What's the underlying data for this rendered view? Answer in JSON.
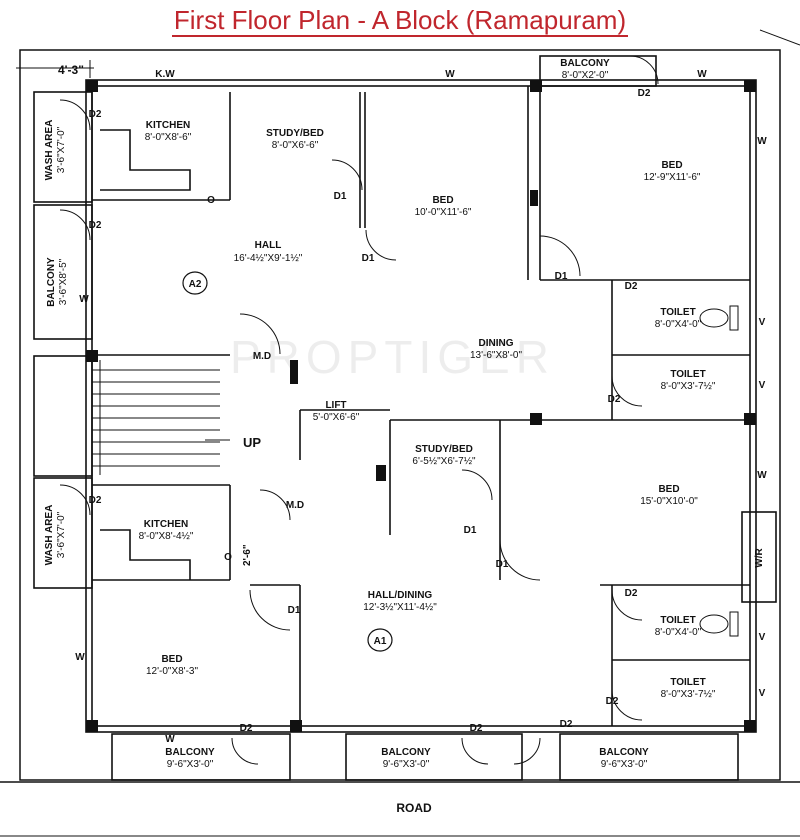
{
  "title": "First Floor Plan - A Block (Ramapuram)",
  "watermark": "PROPTIGER",
  "dimension_top": "4'-3\"",
  "road": "ROAD",
  "up": "UP",
  "clear_dim": "2'-6\"",
  "rooms": [
    {
      "name": "KITCHEN",
      "size": "8'-0\"X8'-6\""
    },
    {
      "name": "WASH AREA",
      "size": "3'-6\"X7'-0\""
    },
    {
      "name": "STUDY/BED",
      "size": "8'-0\"X6'-6\""
    },
    {
      "name": "BED",
      "size": "10'-0\"X11'-6\""
    },
    {
      "name": "BALCONY",
      "size": "8'-0\"X2'-0\""
    },
    {
      "name": "BED",
      "size": "12'-9\"X11'-6\""
    },
    {
      "name": "HALL",
      "size": "16'-4½\"X9'-1½\""
    },
    {
      "name": "BALCONY",
      "size": "3'-6\"X8'-5\""
    },
    {
      "name": "TOILET",
      "size": "8'-0\"X4'-0\""
    },
    {
      "name": "DINING",
      "size": "13'-6\"X8'-0\""
    },
    {
      "name": "TOILET",
      "size": "8'-0\"X3'-7½\""
    },
    {
      "name": "LIFT",
      "size": "5'-0\"X6'-6\""
    },
    {
      "name": "STUDY/BED",
      "size": "6'-5½\"X6'-7½\""
    },
    {
      "name": "BED",
      "size": "15'-0\"X10'-0\""
    },
    {
      "name": "WASH AREA",
      "size": "3'-6\"X7'-0\""
    },
    {
      "name": "KITCHEN",
      "size": "8'-0\"X8'-4½\""
    },
    {
      "name": "HALL/DINING",
      "size": "12'-3½\"X11'-4½\""
    },
    {
      "name": "TOILET",
      "size": "8'-0\"X4'-0\""
    },
    {
      "name": "BED",
      "size": "12'-0\"X8'-3\""
    },
    {
      "name": "TOILET",
      "size": "8'-0\"X3'-7½\""
    },
    {
      "name": "BALCONY",
      "size": "9'-6\"X3'-0\""
    },
    {
      "name": "BALCONY",
      "size": "9'-6\"X3'-0\""
    },
    {
      "name": "BALCONY",
      "size": "9'-6\"X3'-0\""
    }
  ],
  "units": [
    "A2",
    "A1"
  ],
  "tags": {
    "kw": "K.W",
    "w": "W",
    "v": "V",
    "wr": "W/R",
    "o": "O",
    "d1": "D1",
    "d2": "D2",
    "md": "M.D"
  }
}
